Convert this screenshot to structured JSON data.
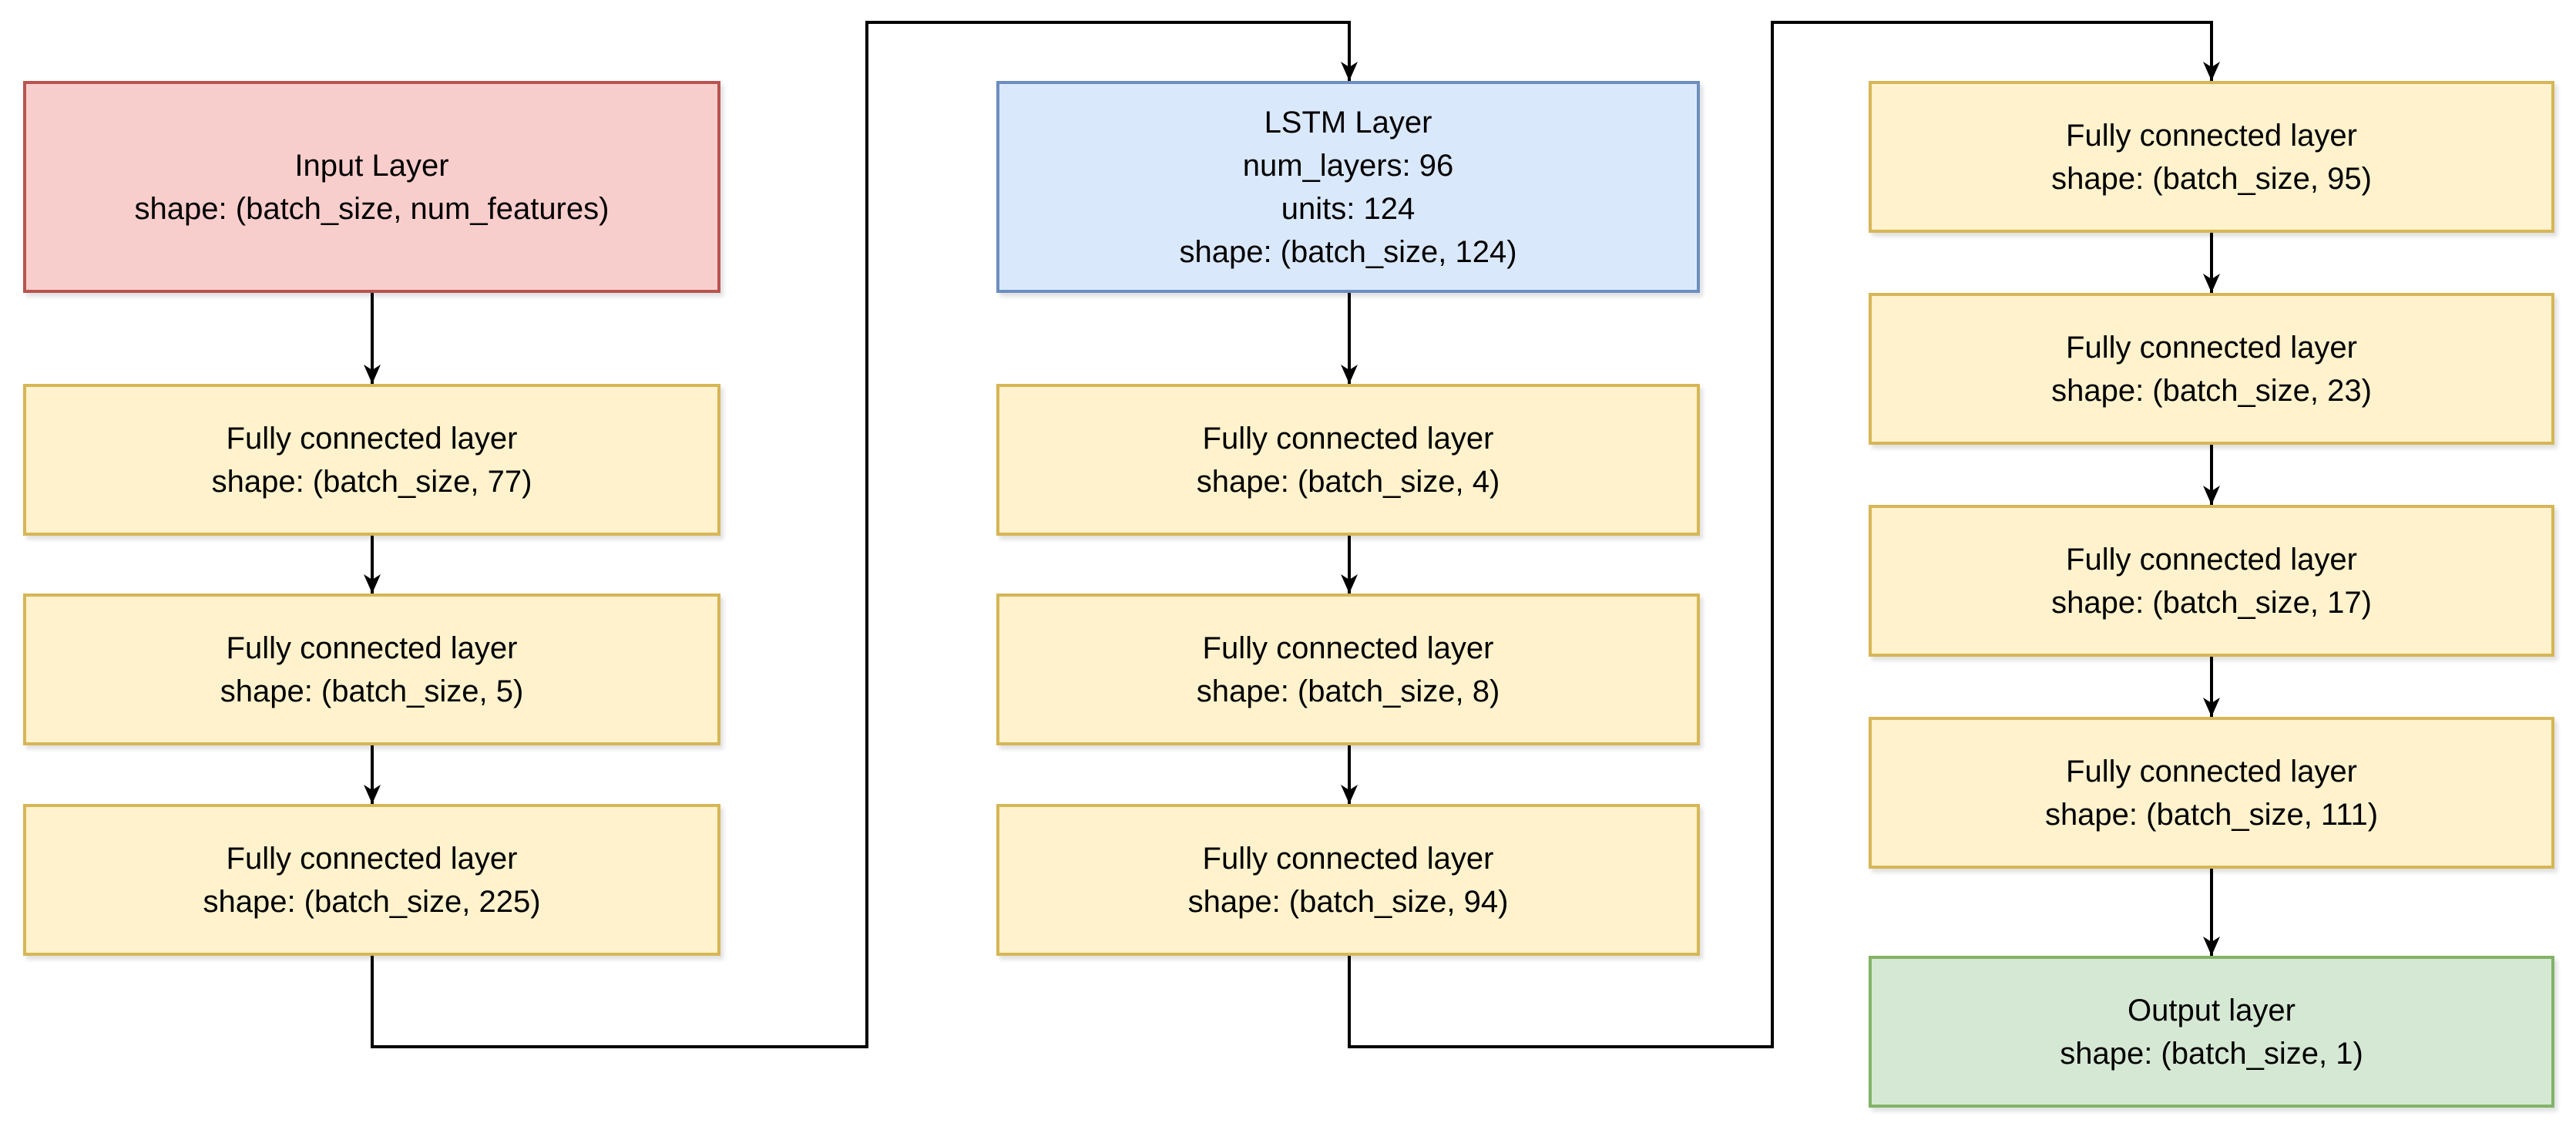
{
  "diagram": {
    "background_color": "#FFFFFF",
    "connector_color": "#000000",
    "palette": {
      "input_fill": "#F8CECC",
      "input_stroke": "#B85450",
      "lstm_fill": "#DAE8FC",
      "lstm_stroke": "#6C8EBF",
      "dense_fill": "#FFF2CC",
      "dense_stroke": "#D6B656",
      "output_fill": "#D5E8D4",
      "output_stroke": "#82B366"
    },
    "columns": [
      {
        "boxes": [
          {
            "type": "input",
            "lines": [
              "Input Layer",
              "shape: (batch_size, num_features)"
            ]
          },
          {
            "type": "dense",
            "lines": [
              "Fully connected layer",
              "shape: (batch_size, 77)"
            ]
          },
          {
            "type": "dense",
            "lines": [
              "Fully connected layer",
              "shape: (batch_size, 5)"
            ]
          },
          {
            "type": "dense",
            "lines": [
              "Fully connected layer",
              "shape: (batch_size, 225)"
            ]
          }
        ]
      },
      {
        "boxes": [
          {
            "type": "lstm",
            "lines": [
              "LSTM Layer",
              "num_layers: 96",
              "units: 124",
              "shape: (batch_size, 124)"
            ]
          },
          {
            "type": "dense",
            "lines": [
              "Fully connected layer",
              "shape: (batch_size, 4)"
            ]
          },
          {
            "type": "dense",
            "lines": [
              "Fully connected layer",
              "shape: (batch_size, 8)"
            ]
          },
          {
            "type": "dense",
            "lines": [
              "Fully connected layer",
              "shape: (batch_size, 94)"
            ]
          }
        ]
      },
      {
        "boxes": [
          {
            "type": "dense",
            "lines": [
              "Fully connected layer",
              "shape: (batch_size, 95)"
            ]
          },
          {
            "type": "dense",
            "lines": [
              "Fully connected layer",
              "shape: (batch_size, 23)"
            ]
          },
          {
            "type": "dense",
            "lines": [
              "Fully connected layer",
              "shape: (batch_size, 17)"
            ]
          },
          {
            "type": "dense",
            "lines": [
              "Fully connected layer",
              "shape: (batch_size, 111)"
            ]
          },
          {
            "type": "output",
            "lines": [
              "Output layer",
              "shape: (batch_size, 1)"
            ]
          }
        ]
      }
    ]
  }
}
